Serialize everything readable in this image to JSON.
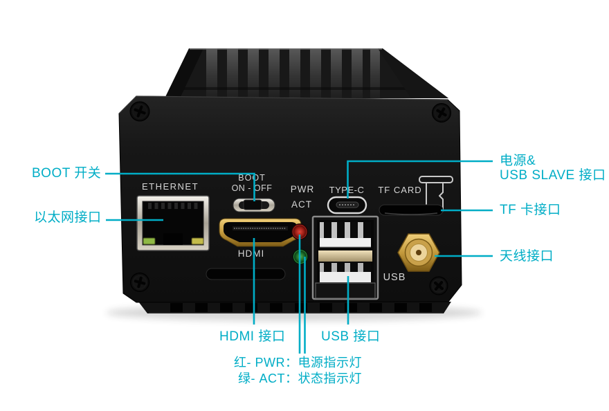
{
  "colors": {
    "accent": "#00adc6",
    "led_red": "#b2231c",
    "led_green": "#2e8b3a",
    "gold": "#c9a14a"
  },
  "panel": {
    "ethernet": "ETHERNET",
    "boot_line1": "BOOT",
    "boot_line2": "ON - OFF",
    "pwr": "PWR",
    "act": "ACT",
    "type_c": "TYPE-C",
    "tf_card": "TF CARD",
    "hdmi": "HDMI",
    "usb": "USB"
  },
  "annotations": {
    "boot_switch": "BOOT 开关",
    "ethernet_port": "以太网接口",
    "power_usb_slave_line1": "电源&",
    "power_usb_slave_line2": "USB SLAVE 接口",
    "tf_card_port": "TF 卡接口",
    "antenna_port": "天线接口",
    "hdmi_port": "HDMI 接口",
    "usb_port": "USB 接口",
    "pwr_led": "红- PWR：电源指示灯",
    "act_led": "绿- ACT：状态指示灯"
  }
}
